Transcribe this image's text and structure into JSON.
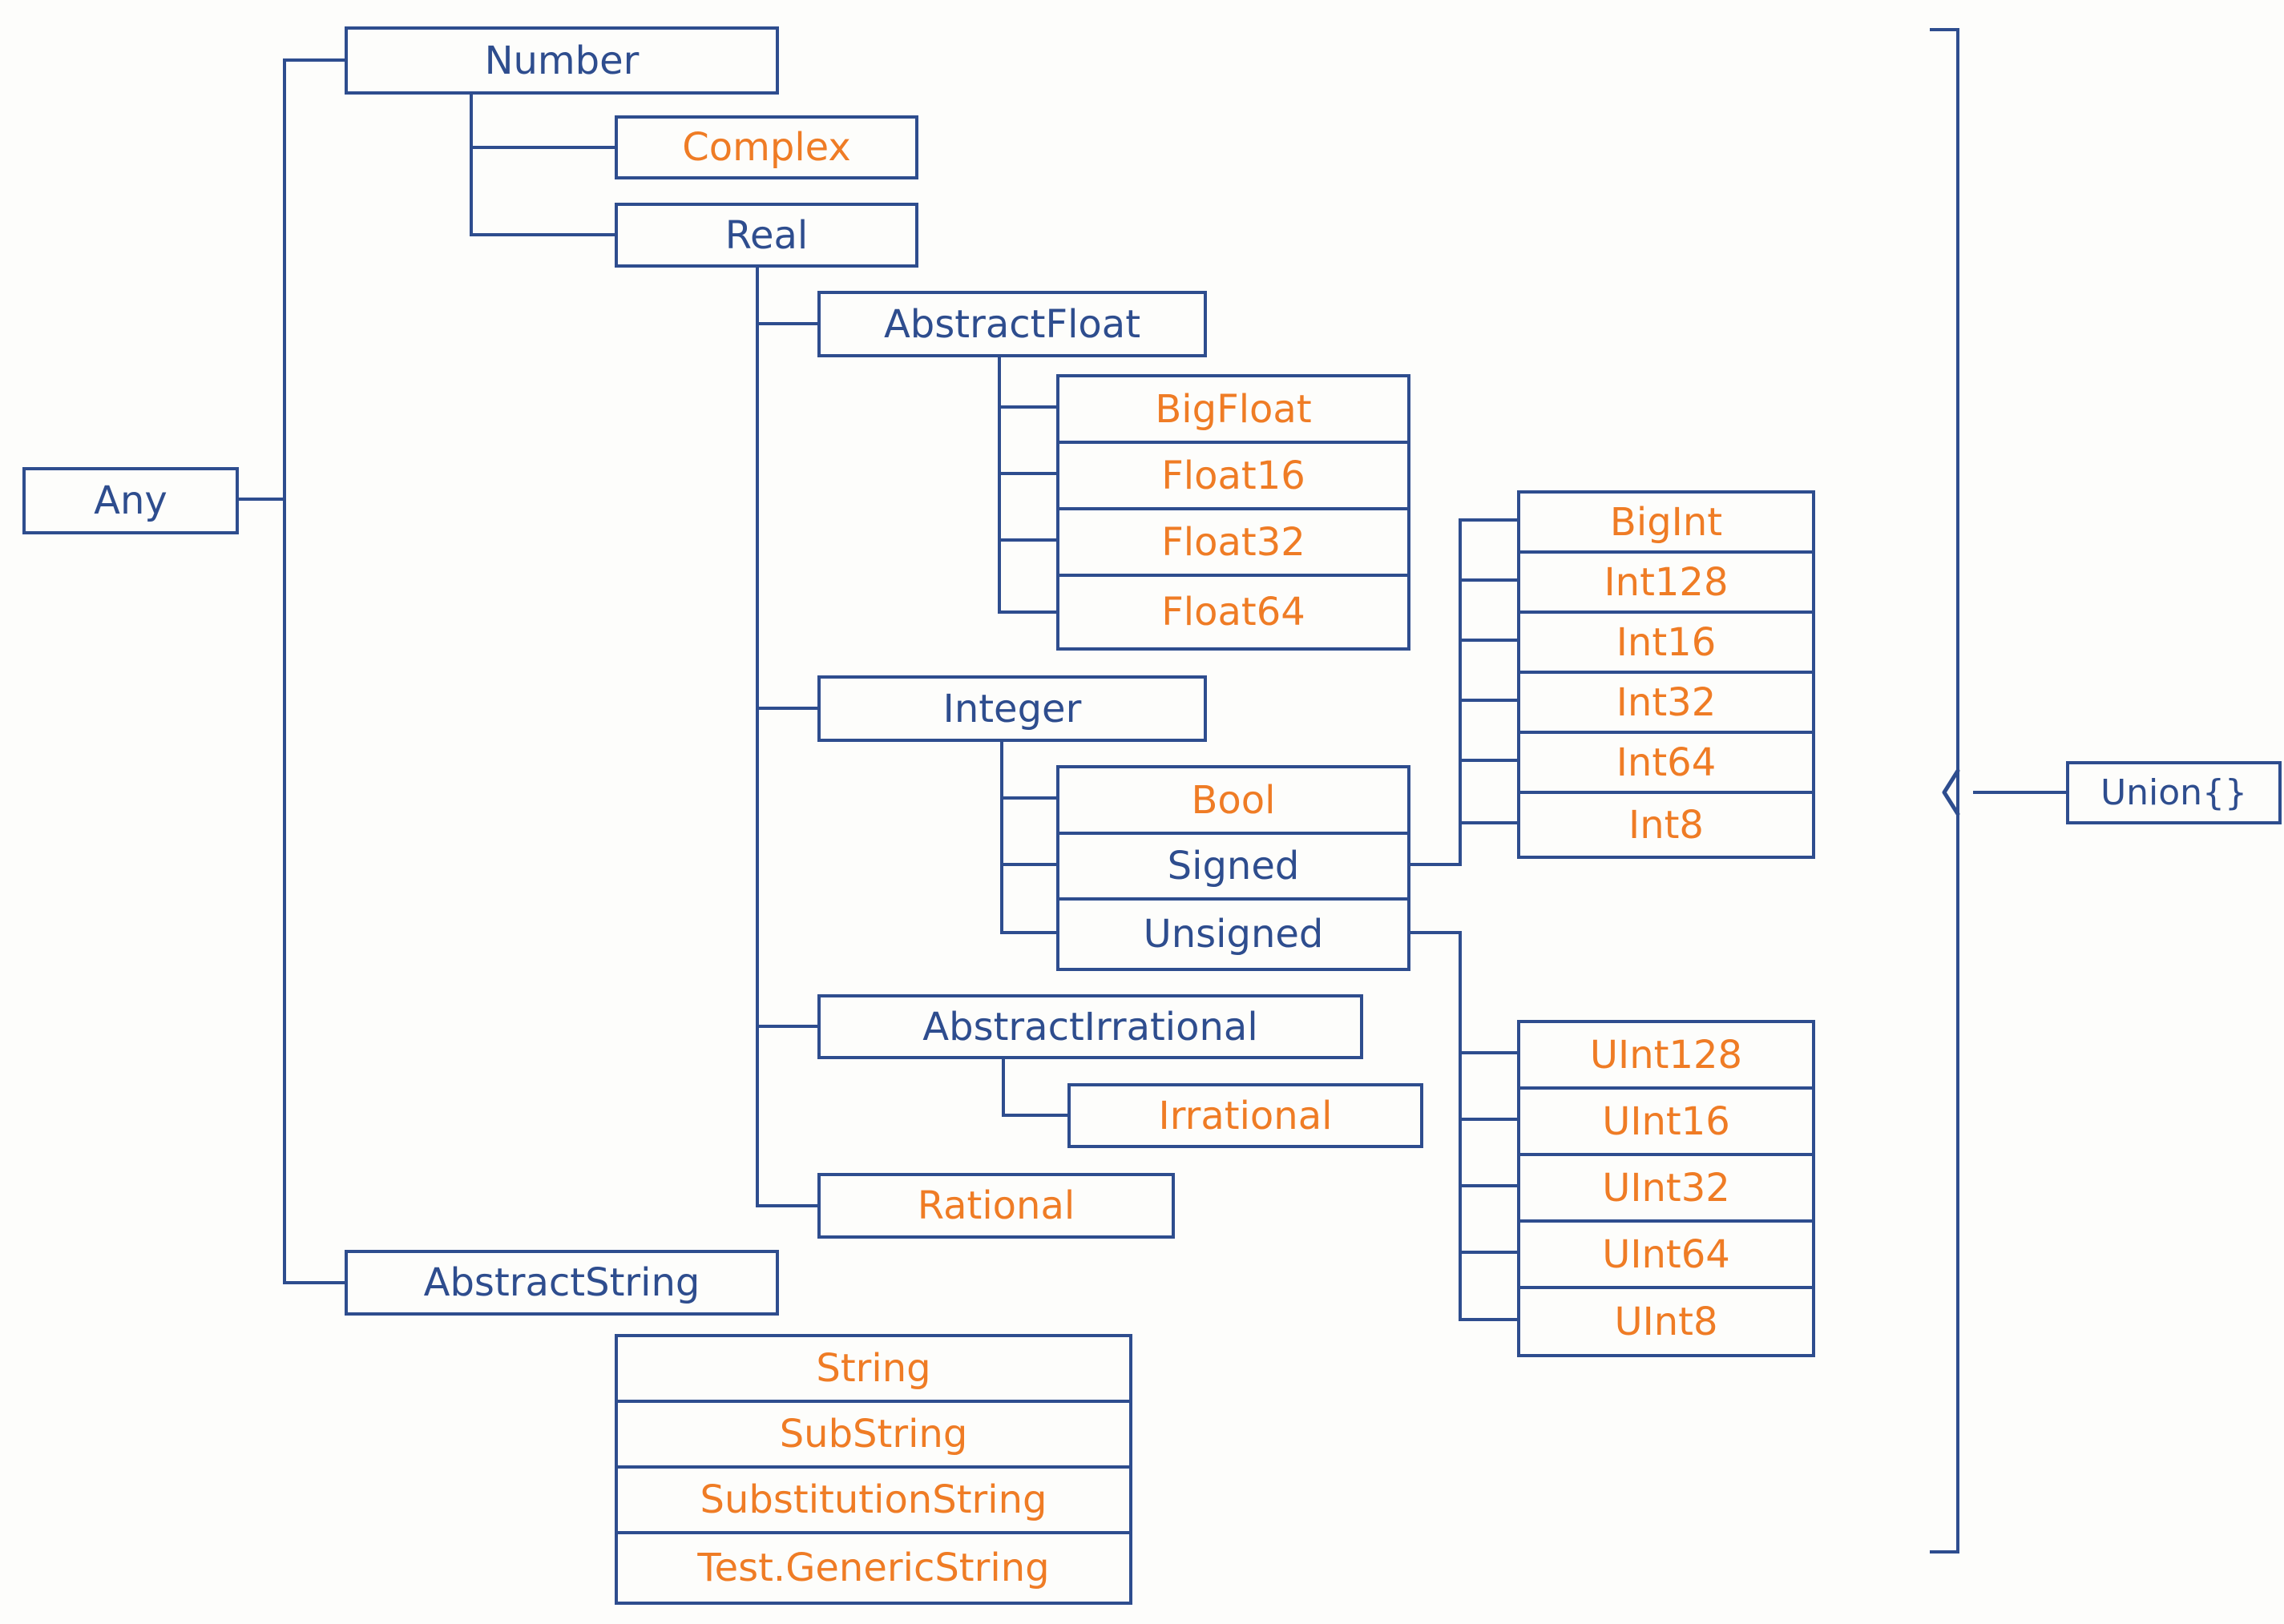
{
  "legend": {
    "abstract_type_color": "#2e4d8e",
    "concrete_type_color": "#ef7c25",
    "line_color": "#2e4d8e",
    "background_color": "#fdfdfb"
  },
  "nodes": {
    "any": {
      "label": "Any",
      "kind": "abstract"
    },
    "number": {
      "label": "Number",
      "kind": "abstract"
    },
    "complex": {
      "label": "Complex",
      "kind": "concrete"
    },
    "real": {
      "label": "Real",
      "kind": "abstract"
    },
    "abstract_float": {
      "label": "AbstractFloat",
      "kind": "abstract"
    },
    "big_float": {
      "label": "BigFloat",
      "kind": "concrete"
    },
    "float16": {
      "label": "Float16",
      "kind": "concrete"
    },
    "float32": {
      "label": "Float32",
      "kind": "concrete"
    },
    "float64": {
      "label": "Float64",
      "kind": "concrete"
    },
    "integer": {
      "label": "Integer",
      "kind": "abstract"
    },
    "bool": {
      "label": "Bool",
      "kind": "concrete"
    },
    "signed": {
      "label": "Signed",
      "kind": "abstract"
    },
    "unsigned": {
      "label": "Unsigned",
      "kind": "abstract"
    },
    "big_int": {
      "label": "BigInt",
      "kind": "concrete"
    },
    "int128": {
      "label": "Int128",
      "kind": "concrete"
    },
    "int16": {
      "label": "Int16",
      "kind": "concrete"
    },
    "int32": {
      "label": "Int32",
      "kind": "concrete"
    },
    "int64": {
      "label": "Int64",
      "kind": "concrete"
    },
    "int8": {
      "label": "Int8",
      "kind": "concrete"
    },
    "abstract_irrational": {
      "label": "AbstractIrrational",
      "kind": "abstract"
    },
    "irrational": {
      "label": "Irrational",
      "kind": "concrete"
    },
    "rational": {
      "label": "Rational",
      "kind": "concrete"
    },
    "abstract_string": {
      "label": "AbstractString",
      "kind": "abstract"
    },
    "string": {
      "label": "String",
      "kind": "concrete"
    },
    "sub_string": {
      "label": "SubString",
      "kind": "concrete"
    },
    "substitution_string": {
      "label": "SubstitutionString",
      "kind": "concrete"
    },
    "test_generic_string": {
      "label": "Test.GenericString",
      "kind": "concrete"
    },
    "union_empty": {
      "label": "Union{}",
      "kind": "abstract"
    }
  },
  "hierarchy": {
    "Any": [
      "Number",
      "AbstractString"
    ],
    "Number": [
      "Complex",
      "Real"
    ],
    "Real": [
      "AbstractFloat",
      "Integer",
      "AbstractIrrational",
      "Rational"
    ],
    "AbstractFloat": [
      "BigFloat",
      "Float16",
      "Float32",
      "Float64"
    ],
    "Integer": [
      "Bool",
      "Signed",
      "Unsigned"
    ],
    "Signed": [
      "BigInt",
      "Int128",
      "Int16",
      "Int32",
      "Int64",
      "Int8"
    ],
    "Unsigned": [
      "UInt128",
      "UInt16",
      "UInt32",
      "UInt64",
      "UInt8"
    ],
    "AbstractIrrational": [
      "Irrational"
    ],
    "AbstractString": [
      "String",
      "SubString",
      "SubstitutionString",
      "Test.GenericString"
    ]
  },
  "uint_nodes": {
    "uint128": {
      "label": "UInt128",
      "kind": "concrete"
    },
    "uint16": {
      "label": "UInt16",
      "kind": "concrete"
    },
    "uint32": {
      "label": "UInt32",
      "kind": "concrete"
    },
    "uint64": {
      "label": "UInt64",
      "kind": "concrete"
    },
    "uint8": {
      "label": "UInt8",
      "kind": "concrete"
    }
  },
  "bracket": {
    "connects_to": "Union{}",
    "spans": "full height of hierarchy"
  }
}
